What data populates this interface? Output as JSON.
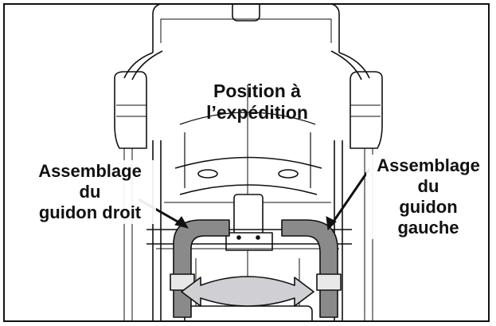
{
  "figure": {
    "title_lines": [
      "Position à",
      "l’expédition"
    ],
    "right_handlebar_lines": [
      "Assemblage",
      "du",
      "guidon droit"
    ],
    "left_handlebar_lines": [
      "Assemblage",
      "du",
      "guidon",
      "gauche"
    ]
  },
  "colors": {
    "outline": "#111111",
    "handle_fill": "#8a8a8a",
    "arrow_fill": "#cfcfd4"
  }
}
